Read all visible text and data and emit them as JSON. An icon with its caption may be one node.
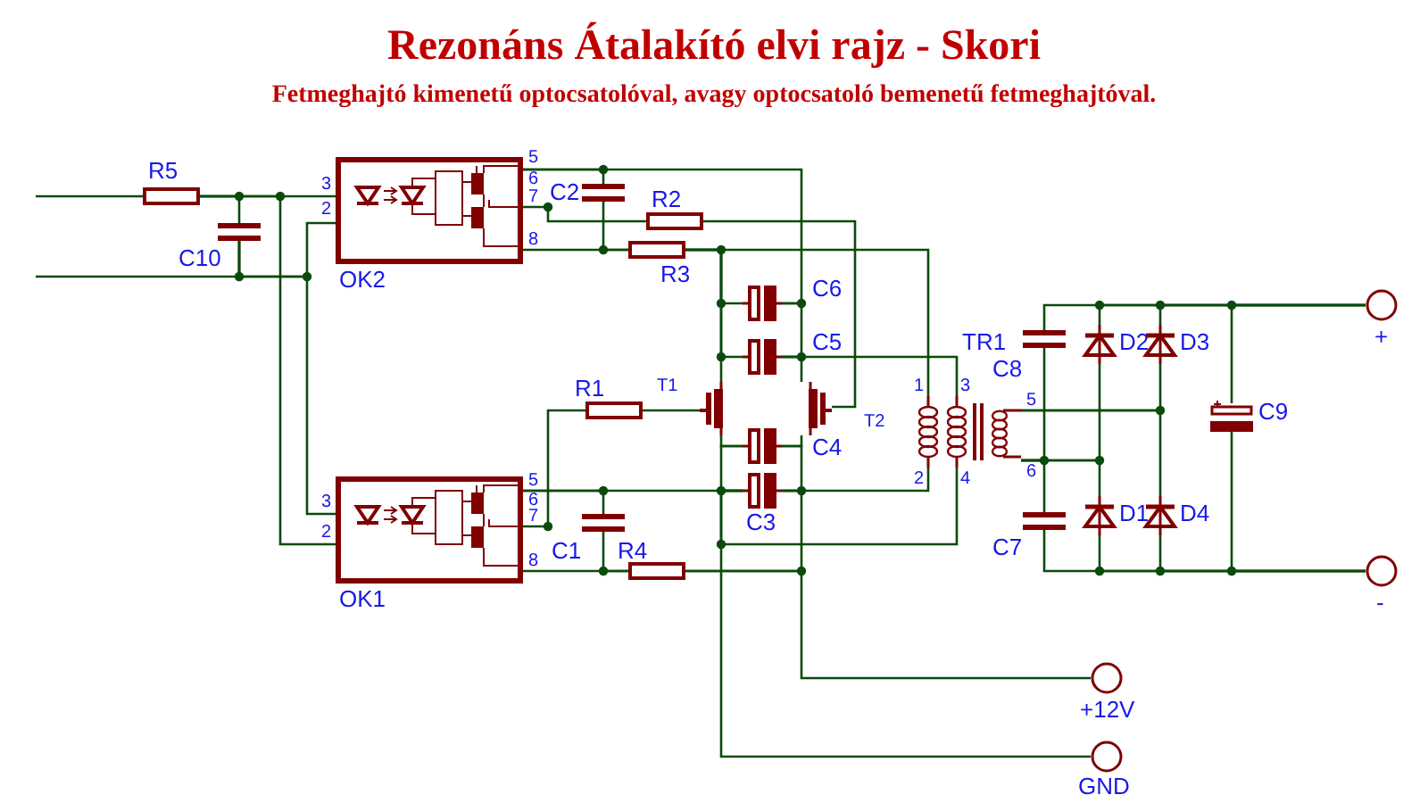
{
  "diagram": {
    "title": "Rezonáns Átalakító elvi rajz - Skori",
    "nodes": [
      {
        "text": [
          "R5"
        ]
      },
      {
        "text": [
          "C10"
        ]
      },
      {
        "text": [
          "OK2"
        ]
      },
      {
        "text": [
          "OK1"
        ]
      },
      {
        "text": [
          "C2"
        ]
      },
      {
        "text": [
          "R2"
        ]
      },
      {
        "text": [
          "R3"
        ]
      },
      {
        "text": [
          "C6"
        ]
      },
      {
        "text": [
          "C5"
        ]
      },
      {
        "text": [
          "R1"
        ]
      },
      {
        "text": [
          "T1"
        ]
      },
      {
        "text": [
          "T2"
        ]
      },
      {
        "text": [
          "C4"
        ]
      },
      {
        "text": [
          "C3"
        ]
      },
      {
        "text": [
          "C1"
        ]
      },
      {
        "text": [
          "R4"
        ]
      },
      {
        "text": [
          "TR1"
        ]
      },
      {
        "text": [
          "C8"
        ]
      },
      {
        "text": [
          "D2"
        ]
      },
      {
        "text": [
          "D3"
        ]
      },
      {
        "text": [
          "D1"
        ]
      },
      {
        "text": [
          "D4"
        ]
      },
      {
        "text": [
          "C7"
        ]
      },
      {
        "text": [
          "C9"
        ]
      },
      {
        "text": [],
        "shape": "circle",
        "beside": [
          "+"
        ]
      },
      {
        "text": [],
        "shape": "circle",
        "beside": [
          "-"
        ]
      },
      {
        "text": [],
        "shape": "circle",
        "beside": [
          "+12V"
        ]
      },
      {
        "text": [],
        "shape": "circle",
        "beside": [
          "GND"
        ]
      }
    ],
    "edges": [
      {
        "from": null,
        "to": 0,
        "arrow": "none"
      },
      {
        "from": 0,
        "to": 1,
        "arrow": "none"
      },
      {
        "from": 0,
        "to": 2,
        "arrow": "none"
      },
      {
        "from": 0,
        "to": 3,
        "arrow": "none"
      },
      {
        "from": null,
        "to": 1,
        "arrow": "none"
      },
      {
        "from": 1,
        "to": 2,
        "arrow": "none"
      },
      {
        "from": 1,
        "to": 3,
        "arrow": "none"
      },
      {
        "from": 2,
        "to": 4,
        "arrow": "none"
      },
      {
        "from": 2,
        "to": 7,
        "arrow": "none"
      },
      {
        "from": 7,
        "to": 8,
        "arrow": "none"
      },
      {
        "from": 8,
        "to": 11,
        "arrow": "none"
      },
      {
        "from": 2,
        "to": 5,
        "arrow": "none"
      },
      {
        "from": 5,
        "to": 11,
        "arrow": "none"
      },
      {
        "from": 2,
        "to": 6,
        "arrow": "none"
      },
      {
        "from": 4,
        "to": 6,
        "arrow": "none"
      },
      {
        "from": 6,
        "to": 7,
        "arrow": "none"
      },
      {
        "from": 6,
        "to": 8,
        "arrow": "none"
      },
      {
        "from": 6,
        "to": 10,
        "arrow": "none"
      },
      {
        "from": 6,
        "to": 16,
        "arrow": "none"
      },
      {
        "from": 8,
        "to": 16,
        "arrow": "none"
      },
      {
        "from": 9,
        "to": 10,
        "arrow": "none"
      },
      {
        "from": 3,
        "to": 9,
        "arrow": "none"
      },
      {
        "from": 10,
        "to": 12,
        "arrow": "none"
      },
      {
        "from": 11,
        "to": 12,
        "arrow": "none"
      },
      {
        "from": 12,
        "to": 13,
        "arrow": "none"
      },
      {
        "from": 12,
        "to": 13,
        "arrow": "none"
      },
      {
        "from": 3,
        "to": 14,
        "arrow": "none"
      },
      {
        "from": 3,
        "to": 13,
        "arrow": "none"
      },
      {
        "from": 3,
        "to": 15,
        "arrow": "none"
      },
      {
        "from": 14,
        "to": 15,
        "arrow": "none"
      },
      {
        "from": 15,
        "to": 13,
        "arrow": "none"
      },
      {
        "from": 15,
        "to": 26,
        "arrow": "none"
      },
      {
        "from": 13,
        "to": 27,
        "arrow": "none"
      },
      {
        "from": 13,
        "to": 16,
        "arrow": "none"
      },
      {
        "from": 13,
        "to": 16,
        "arrow": "none"
      },
      {
        "from": 16,
        "to": 19,
        "arrow": "none"
      },
      {
        "from": 16,
        "to": 21,
        "arrow": "none"
      },
      {
        "from": 16,
        "to": 17,
        "arrow": "none"
      },
      {
        "from": 16,
        "to": 22,
        "arrow": "none"
      },
      {
        "from": 16,
        "to": 18,
        "arrow": "none"
      },
      {
        "from": 16,
        "to": 20,
        "arrow": "none"
      },
      {
        "from": 17,
        "to": 24,
        "arrow": "none"
      },
      {
        "from": 18,
        "to": 24,
        "arrow": "none"
      },
      {
        "from": 19,
        "to": 24,
        "arrow": "none"
      },
      {
        "from": 23,
        "to": 24,
        "arrow": "none"
      },
      {
        "from": 22,
        "to": 25,
        "arrow": "none"
      },
      {
        "from": 20,
        "to": 25,
        "arrow": "none"
      },
      {
        "from": 21,
        "to": 25,
        "arrow": "none"
      },
      {
        "from": 23,
        "to": 25,
        "arrow": "none"
      }
    ],
    "labels": [
      "Fetmeghajtó kimenetű optocsatolóval, avagy optocsatoló bemenetű fetmeghajtóval.",
      "3",
      "2",
      "5",
      "6",
      "7",
      "8",
      "3",
      "2",
      "5",
      "6",
      "7",
      "8",
      "1",
      "3",
      "2",
      "4",
      "5",
      "6"
    ]
  }
}
